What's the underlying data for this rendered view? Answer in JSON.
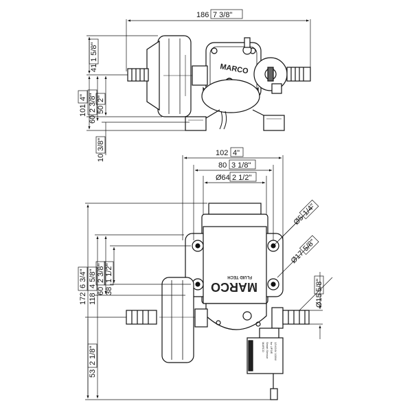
{
  "diagram": {
    "brand": {
      "name": "MARCO",
      "tagline": "FLUID TECH",
      "label_lines": [
        "MARCO",
        "Smart Sensor",
        "for UP3/E",
        "12V/24V 100W"
      ]
    },
    "top_view": {
      "dim_width": {
        "mm": "186",
        "inch": "7 3/8\""
      },
      "dim_top": {
        "mm": "41",
        "inch": "1 5/8\""
      },
      "dim_total": {
        "mm": "101",
        "inch": "4\""
      },
      "dim_height60": {
        "mm": "60",
        "inch": "2 3/8\""
      },
      "dim_height50": {
        "mm": "50",
        "inch": "2\""
      },
      "dim_base": {
        "mm": "10",
        "inch": "3/8\""
      }
    },
    "front_view": {
      "dim_102": {
        "mm": "102",
        "inch": "4\""
      },
      "dim_80": {
        "mm": "80",
        "inch": "3 1/8\""
      },
      "dim_64": {
        "mm": "Ø64",
        "inch": "2 1/2\""
      },
      "dim_172": {
        "mm": "172",
        "inch": "6 3/4\""
      },
      "dim_118": {
        "mm": "118",
        "inch": "4 5/8\""
      },
      "dim_60": {
        "mm": "60",
        "inch": "2 3/8\""
      },
      "dim_38": {
        "mm": "38",
        "inch": "1 1/2\""
      },
      "dim_53": {
        "mm": "53",
        "inch": "2 1/8\""
      },
      "dia_5": {
        "mm": "Ø5",
        "inch": "1/4\""
      },
      "dia_17": {
        "mm": "Ø17",
        "inch": "5/8\""
      },
      "dia_15": {
        "mm": "Ø15",
        "inch": "5/8\""
      }
    }
  }
}
